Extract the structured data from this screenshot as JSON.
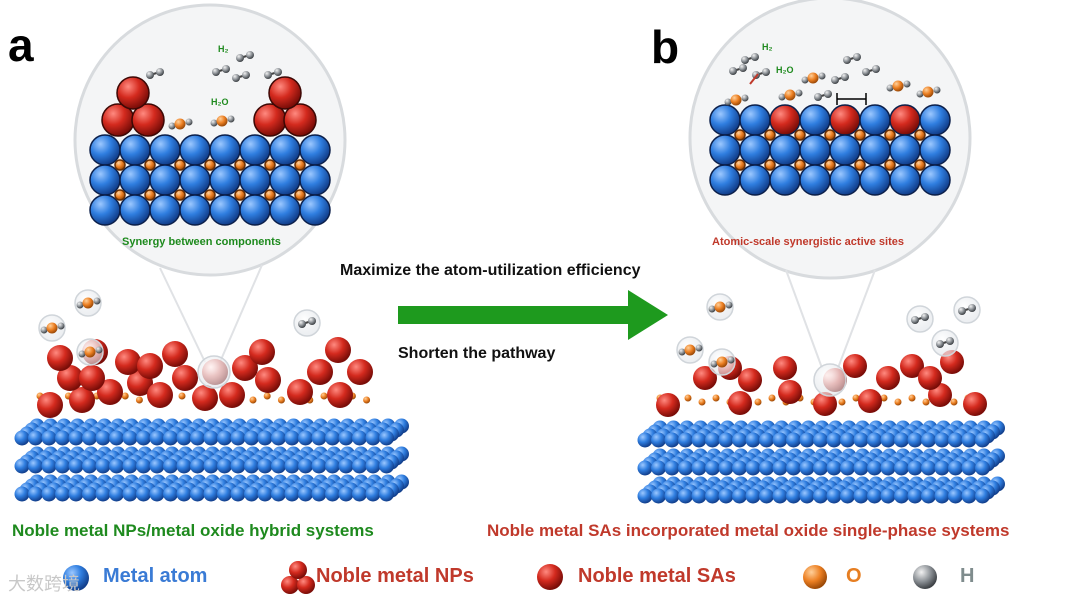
{
  "panels": {
    "a": {
      "letter": "a",
      "inset_caption": "Synergy between components",
      "caption": "Noble metal NPs/metal oxide hybrid systems",
      "h2_label": "H₂",
      "h2o_label": "H₂O"
    },
    "b": {
      "letter": "b",
      "inset_caption": "Atomic-scale synergistic active sites",
      "caption": "Noble metal SAs incorporated metal oxide single-phase systems",
      "h2_label": "H₂",
      "h2o_label": "H₂O"
    }
  },
  "arrow": {
    "top_text": "Maximize the atom-utilization efficiency",
    "bottom_text": "Shorten the pathway"
  },
  "legend": [
    {
      "label": "Metal atom",
      "color": "#3a7bd5"
    },
    {
      "label": "Noble metal NPs",
      "color": "#c0392b"
    },
    {
      "label": "Noble metal SAs",
      "color": "#c0392b"
    },
    {
      "label": "O",
      "color": "#e67e22"
    },
    {
      "label": "H",
      "color": "#7f8c8d"
    }
  ],
  "watermark": "大数跨境",
  "colors": {
    "metal": "#3a7bd5",
    "noble": "#c62828",
    "oxygen": "#e8822a",
    "hydrogen": "#8a8f94",
    "arrow": "#1e9a1e"
  }
}
